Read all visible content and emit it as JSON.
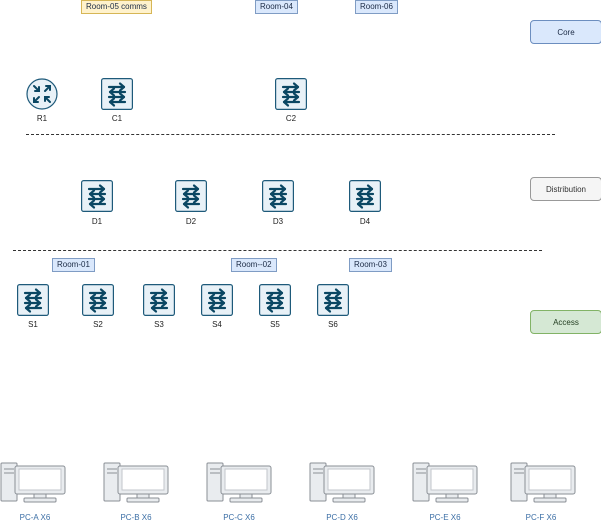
{
  "rooms": [
    {
      "label": "Room-05 comms",
      "style": "yellow"
    },
    {
      "label": "Room-04",
      "style": "blue"
    },
    {
      "label": "Room-06",
      "style": "blue"
    },
    {
      "label": "Room-01",
      "style": "blue"
    },
    {
      "label": "Room--02",
      "style": "blue"
    },
    {
      "label": "Room-03",
      "style": "blue"
    }
  ],
  "layers": {
    "core": {
      "label": "Core",
      "color": "#dae8fc"
    },
    "distribution": {
      "label": "Distribution",
      "color": "#f5f5f5"
    },
    "access": {
      "label": "Access",
      "color": "#d5e8d4"
    }
  },
  "core_devices": [
    {
      "label": "R1",
      "icon": "router-icon"
    },
    {
      "label": "C1",
      "icon": "switch-icon"
    },
    {
      "label": "C2",
      "icon": "switch-icon"
    }
  ],
  "distribution_devices": [
    {
      "label": "D1",
      "icon": "switch-icon"
    },
    {
      "label": "D2",
      "icon": "switch-icon"
    },
    {
      "label": "D3",
      "icon": "switch-icon"
    },
    {
      "label": "D4",
      "icon": "switch-icon"
    }
  ],
  "access_devices": [
    {
      "label": "S1",
      "icon": "switch-icon"
    },
    {
      "label": "S2",
      "icon": "switch-icon"
    },
    {
      "label": "S3",
      "icon": "switch-icon"
    },
    {
      "label": "S4",
      "icon": "switch-icon"
    },
    {
      "label": "S5",
      "icon": "switch-icon"
    },
    {
      "label": "S6",
      "icon": "switch-icon"
    }
  ],
  "pcs": [
    {
      "label": "PC-A X6",
      "icon": "computer-icon"
    },
    {
      "label": "PC-B X6",
      "icon": "computer-icon"
    },
    {
      "label": "PC-C X6",
      "icon": "computer-icon"
    },
    {
      "label": "PC-D X6",
      "icon": "computer-icon"
    },
    {
      "label": "PC-E X6",
      "icon": "computer-icon"
    },
    {
      "label": "PC-F X6",
      "icon": "computer-icon"
    }
  ],
  "colors": {
    "device_fill": "#e8f1f7",
    "device_stroke": "#1e5a7a",
    "arrow": "#0b4763",
    "pc_fill": "#e9ecef",
    "pc_stroke": "#8a8f96"
  }
}
